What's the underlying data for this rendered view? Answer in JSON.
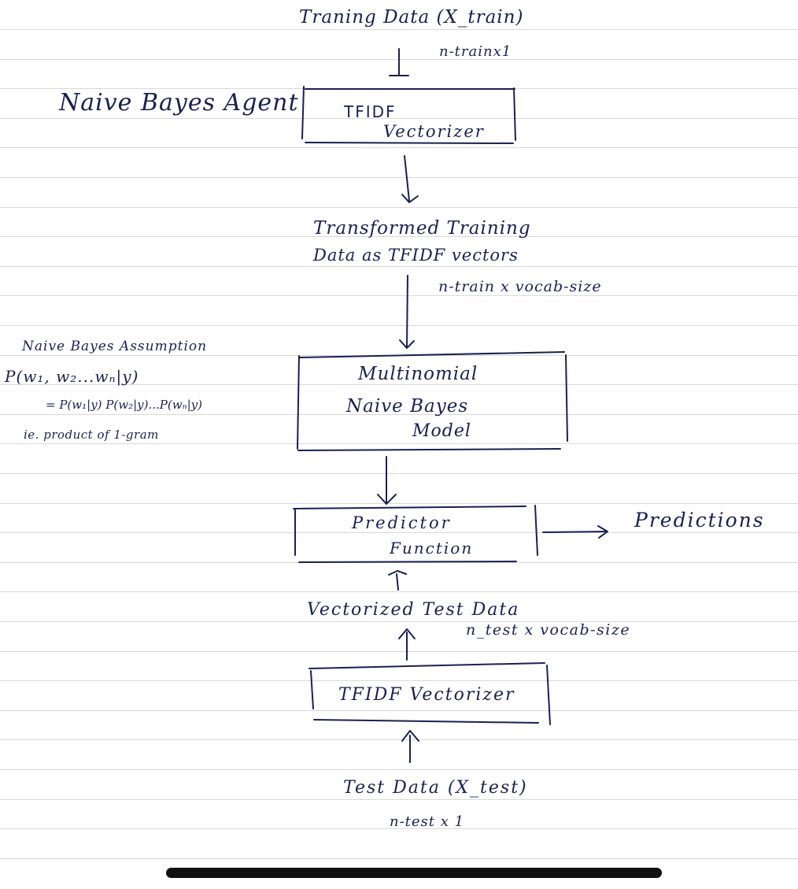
{
  "page_title": "Naive Bayes Agent",
  "inputs": {
    "training_data": "Traning Data (X_train)",
    "training_shape": "n-trainx1",
    "test_data": "Test Data (X_test)",
    "test_shape": "n-test x 1"
  },
  "boxes": {
    "tfidf_train": [
      "TFIDF",
      "Vectorizer"
    ],
    "nb_model": [
      "Multinomial",
      "Naive Bayes",
      "Model"
    ],
    "predictor": [
      "Predictor",
      "Function"
    ],
    "tfidf_test": "TFIDF Vectorizer"
  },
  "intermediate": {
    "transformed_line1": "Transformed Training",
    "transformed_line2": "Data as TFIDF vectors",
    "transformed_shape": "n-train x vocab-size",
    "vectorized_test": "Vectorized Test Data",
    "vectorized_shape": "n_test x vocab-size"
  },
  "output": "Predictions",
  "assumption": {
    "heading": "Naive Bayes Assumption",
    "lhs": "P(w₁, w₂...wₙ|y)",
    "rhs": "= P(w₁|y) P(w₂|y)...P(wₙ|y)",
    "note": "ie. product of 1-gram"
  },
  "colors": {
    "ink": "#1a2150",
    "ruling": "#d9d9d9",
    "paper": "#ffffff"
  }
}
